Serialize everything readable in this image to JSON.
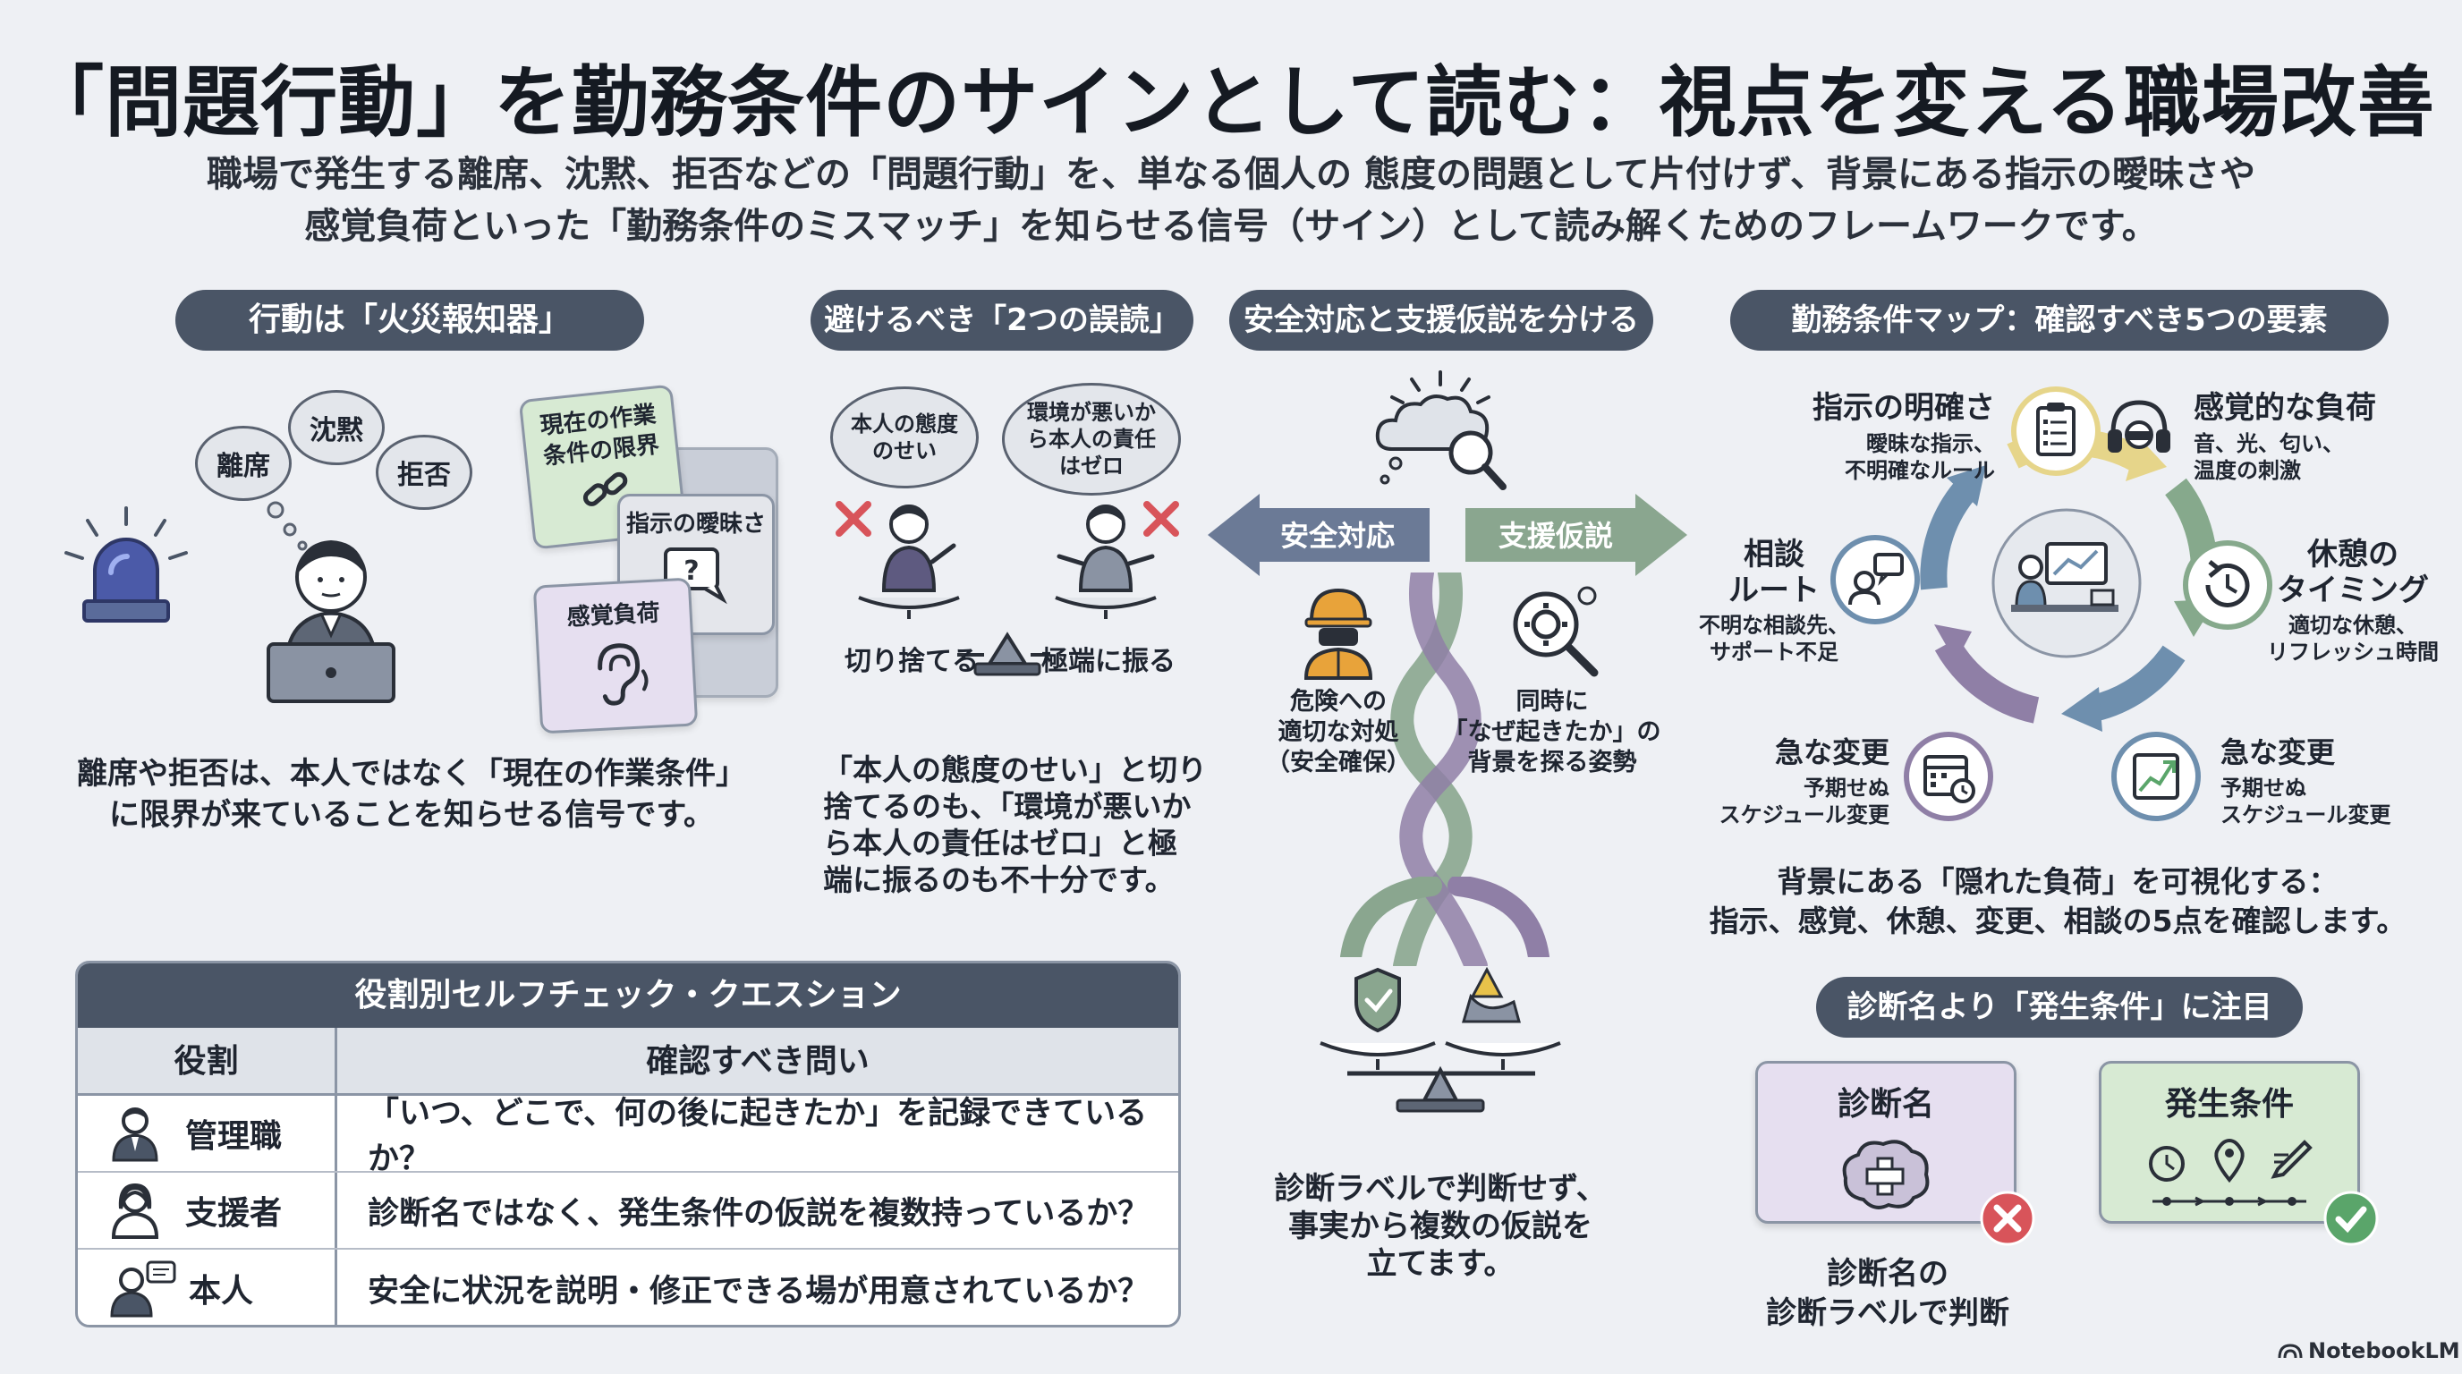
{
  "header": {
    "title": "「問題行動」を勤務条件のサインとして読む：視点を変える職場改善",
    "subtitle_line1": "職場で発生する離席、沈黙、拒否などの「問題行動」を、単なる個人の 態度の問題として片付けず、背景にある指示の曖昧さや",
    "subtitle_line2": "感覚負荷といった「勤務条件のミスマッチ」を知らせる信号（サイン）として読み解くためのフレームワークです。"
  },
  "fire_alarm": {
    "heading": "行動は「火災報知器」",
    "bubbles": [
      "離席",
      "沈黙",
      "拒否"
    ],
    "cards": [
      "現在の作業条件の限界",
      "指示の曖昧さ",
      "感覚負荷"
    ],
    "caption_line1": "離席や拒否は、本人ではなく「現在の作業条件」",
    "caption_line2": "に限界が来ていることを知らせる信号です。"
  },
  "misreadings": {
    "heading": "避けるべき「2つの誤読」",
    "bubble_left": "本人の態度のせい",
    "bubble_right": "環境が悪いから本人の責任はゼロ",
    "label_left": "切り捨てる",
    "label_right": "極端に振る",
    "caption_lines": [
      "「本人の態度のせい」と切り",
      "捨てるのも、「環境が悪いか",
      "ら本人の責任はゼロ」と極",
      "端に振るのも不十分です。"
    ]
  },
  "safety": {
    "heading": "安全対応と支援仮説を分ける",
    "arrow_left": "安全対応",
    "arrow_right": "支援仮説",
    "left_text": [
      "危険への",
      "適切な対処",
      "（安全確保）"
    ],
    "right_text": [
      "同時に",
      "「なぜ起きたか」の",
      "背景を探る姿勢"
    ],
    "caption_lines": [
      "診断ラベルで判断せず、",
      "事実から複数の仮説を",
      "立てます。"
    ]
  },
  "conditions_map": {
    "heading": "勤務条件マップ：確認すべき5つの要素",
    "items": [
      {
        "title": "指示の明確さ",
        "desc": [
          "曖昧な指示、",
          "不明確なルール"
        ]
      },
      {
        "title": "感覚的な負荷",
        "desc": [
          "音、光、匂い、",
          "温度の刺激"
        ]
      },
      {
        "title": "休憩の\nタイミング",
        "desc": [
          "適切な休憩、",
          "リフレッシュ時間"
        ]
      },
      {
        "title": "急な変更",
        "desc": [
          "予期せぬ",
          "スケジュール変更"
        ]
      },
      {
        "title": "急な変更",
        "desc": [
          "予期せぬ",
          "スケジュール変更"
        ]
      },
      {
        "title": "相談\nルート",
        "desc": [
          "不明な相談先、",
          "サポート不足"
        ]
      }
    ],
    "caption_lines": [
      "背景にある「隠れた負荷」を可視化する：",
      "指示、感覚、休憩、変更、相談の5点を確認します。"
    ]
  },
  "focus": {
    "heading": "診断名より「発生条件」に注目",
    "box_left": "診断名",
    "box_right": "発生条件",
    "caption_lines": [
      "診断名の",
      "診断ラベルで判断"
    ]
  },
  "self_check": {
    "title": "役割別セルフチェック・クエスション",
    "col_role": "役割",
    "col_question": "確認すべき問い",
    "rows": [
      {
        "role": "管理職",
        "question": "「いつ、どこで、何の後に起きたか」を記録できているか？"
      },
      {
        "role": "支援者",
        "question": "診断名ではなく、発生条件の仮説を複数持っているか？"
      },
      {
        "role": "本人",
        "question": "安全に状況を説明・修正できる場が用意されているか？"
      }
    ]
  },
  "footer": {
    "brand": "NotebookLM"
  },
  "colors": {
    "pill": "#4a5566",
    "safety_arrow": "#6b7a96",
    "support_arrow": "#8aa68f",
    "ring_yellow": "#e6d58a",
    "ring_green": "#86a98c",
    "ring_purple": "#8f7fa6",
    "ring_blue": "#6e8fae",
    "red_x": "#d8545a",
    "green_check": "#5aa56a"
  }
}
